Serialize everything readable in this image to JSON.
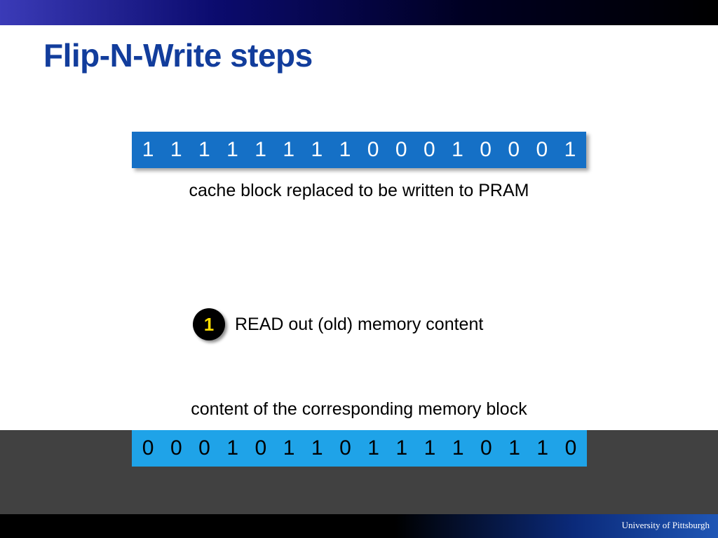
{
  "slide": {
    "title": "Flip-N-Write steps",
    "new_block": {
      "bits": [
        "1",
        "1",
        "1",
        "1",
        "1",
        "1",
        "1",
        "1",
        "0",
        "0",
        "0",
        "1",
        "0",
        "0",
        "0",
        "1"
      ],
      "caption": "cache block replaced to be written to PRAM"
    },
    "step": {
      "number": "1",
      "text": "READ out (old) memory content"
    },
    "old_block": {
      "caption": "content of the corresponding memory block",
      "bits": [
        "0",
        "0",
        "0",
        "1",
        "0",
        "1",
        "1",
        "0",
        "1",
        "1",
        "1",
        "1",
        "0",
        "1",
        "1",
        "0"
      ]
    },
    "footer": "University of Pittsburgh"
  },
  "colors": {
    "title": "#123d9c",
    "new_block_bg": "#1570c6",
    "old_block_bg": "#1fa3e8",
    "step_number": "#ffdf00",
    "band": "#414141"
  }
}
